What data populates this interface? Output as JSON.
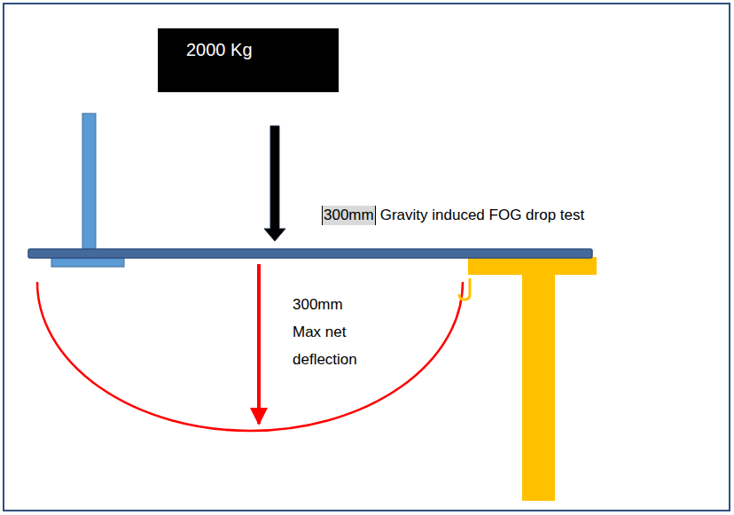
{
  "diagram": {
    "nodes": [
      {
        "text": [
          "2000 Kg"
        ]
      }
    ],
    "labels": [
      "300mm",
      "Gravity induced FOG drop test",
      "300mm Max net deflection"
    ]
  }
}
